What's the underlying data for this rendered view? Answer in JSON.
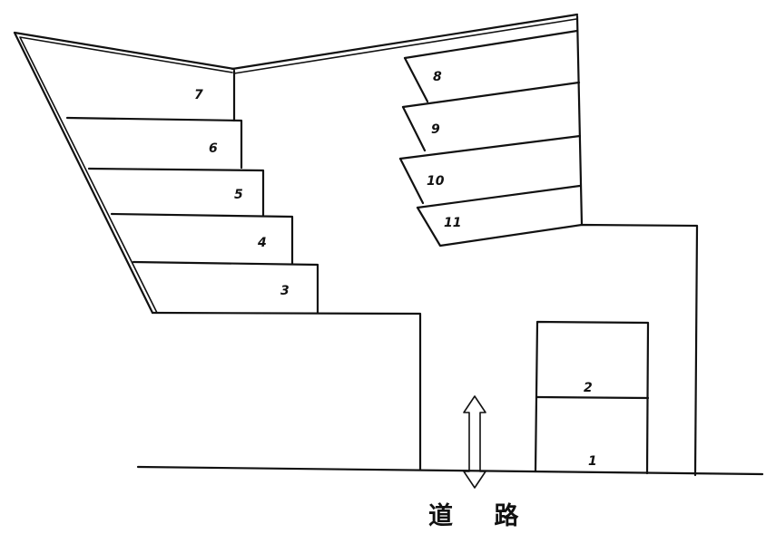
{
  "colors": {
    "line": "#111111",
    "background": "#ffffff"
  },
  "lots": [
    {
      "id": "lot-1",
      "label": "1"
    },
    {
      "id": "lot-2",
      "label": "2"
    },
    {
      "id": "lot-3",
      "label": "3"
    },
    {
      "id": "lot-4",
      "label": "4"
    },
    {
      "id": "lot-5",
      "label": "5"
    },
    {
      "id": "lot-6",
      "label": "6"
    },
    {
      "id": "lot-7",
      "label": "7"
    },
    {
      "id": "lot-8",
      "label": "8"
    },
    {
      "id": "lot-9",
      "label": "9"
    },
    {
      "id": "lot-10",
      "label": "10"
    },
    {
      "id": "lot-11",
      "label": "11"
    }
  ],
  "road": {
    "label": "道 路",
    "arrow_icon": "double-arrow-vertical-icon"
  }
}
